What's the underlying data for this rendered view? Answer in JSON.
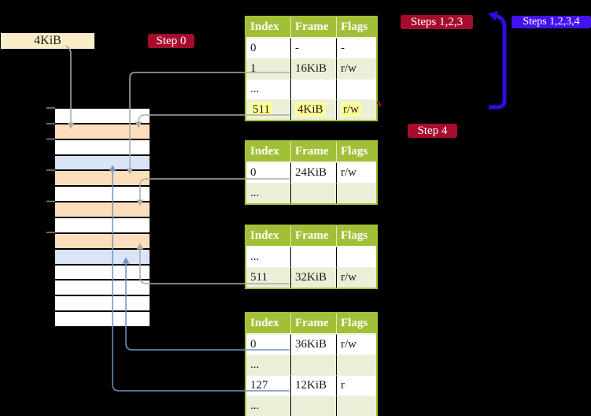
{
  "labels": {
    "frame_label": "4KiB",
    "step0": "Step 0",
    "steps123": "Steps 1,2,3",
    "steps1234": "Steps 1,2,3,4",
    "step4": "Step 4"
  },
  "memory": {
    "description": "physical memory column, 14 frames top to bottom",
    "rows": [
      "white",
      "peach",
      "white",
      "blue",
      "peach",
      "white",
      "peach",
      "white",
      "peach",
      "blue",
      "white",
      "white",
      "white",
      "white"
    ]
  },
  "tables": [
    {
      "name": "page-table-level4",
      "headers": [
        "Index",
        "Frame",
        "Flags"
      ],
      "rows": [
        {
          "cells": [
            "0",
            "-",
            "-"
          ],
          "shade": false,
          "highlight": false
        },
        {
          "cells": [
            "1",
            "16KiB",
            "r/w"
          ],
          "shade": true,
          "highlight": false
        },
        {
          "cells": [
            "...",
            "",
            ""
          ],
          "shade": false,
          "highlight": false
        },
        {
          "cells": [
            "511",
            "4KiB",
            "r/w"
          ],
          "shade": true,
          "highlight": true
        }
      ]
    },
    {
      "name": "page-table-level3",
      "headers": [
        "Index",
        "Frame",
        "Flags"
      ],
      "rows": [
        {
          "cells": [
            "0",
            "24KiB",
            "r/w"
          ],
          "shade": false,
          "highlight": false
        },
        {
          "cells": [
            "...",
            "",
            ""
          ],
          "shade": true,
          "highlight": false
        }
      ]
    },
    {
      "name": "page-table-level2",
      "headers": [
        "Index",
        "Frame",
        "Flags"
      ],
      "rows": [
        {
          "cells": [
            "...",
            "",
            ""
          ],
          "shade": false,
          "highlight": false
        },
        {
          "cells": [
            "511",
            "32KiB",
            "r/w"
          ],
          "shade": true,
          "highlight": false
        }
      ]
    },
    {
      "name": "page-table-level1",
      "headers": [
        "Index",
        "Frame",
        "Flags"
      ],
      "rows": [
        {
          "cells": [
            "0",
            "36KiB",
            "r/w"
          ],
          "shade": false,
          "highlight": false
        },
        {
          "cells": [
            "...",
            "",
            ""
          ],
          "shade": true,
          "highlight": false
        },
        {
          "cells": [
            "127",
            "12KiB",
            "r"
          ],
          "shade": false,
          "highlight": false
        },
        {
          "cells": [
            "...",
            "",
            ""
          ],
          "shade": true,
          "highlight": false
        }
      ]
    }
  ],
  "colors": {
    "table_green": "#a2c037",
    "row_light_green": "#eaf0d8",
    "highlight_yellow": "#ffff99",
    "memory_peach": "#fcdfba",
    "memory_blue": "#d9e4f4",
    "badge_red": "#a60c2c",
    "badge_blue": "#4412f0",
    "arrow_blue": "#2f0be4",
    "arrow_gray": "#ababab",
    "arrow_steel": "#7191c4",
    "label_cream": "#faecc8"
  }
}
